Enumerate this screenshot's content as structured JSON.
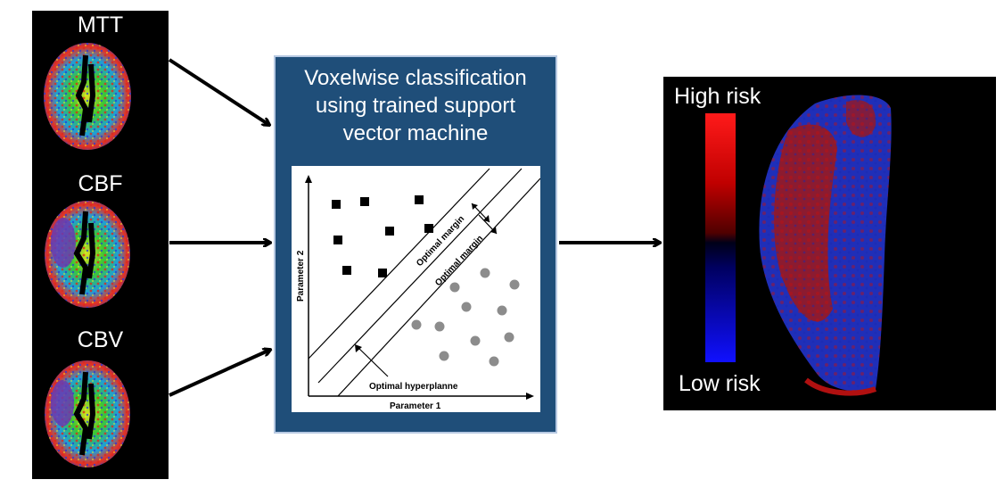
{
  "brain_maps": [
    {
      "label": "MTT"
    },
    {
      "label": "CBF"
    },
    {
      "label": "CBV"
    }
  ],
  "svm": {
    "title_lines": [
      "Voxelwise classification",
      "using trained support",
      "vector machine"
    ],
    "plot": {
      "xlabel": "Parameter 1",
      "ylabel": "Parameter 2",
      "margin_label_1": "Optimal margin",
      "margin_label_2": "Optimal margin",
      "hyperplane_label": "Optimal hyperplanne"
    }
  },
  "risk_map": {
    "high_label": "High risk",
    "low_label": "Low risk"
  },
  "colors": {
    "svm_box": "#1f4e79",
    "high_risk": "#ff1a1a",
    "low_risk": "#1010ff",
    "class_square": "#000000",
    "class_circle": "#8c8c8c"
  }
}
